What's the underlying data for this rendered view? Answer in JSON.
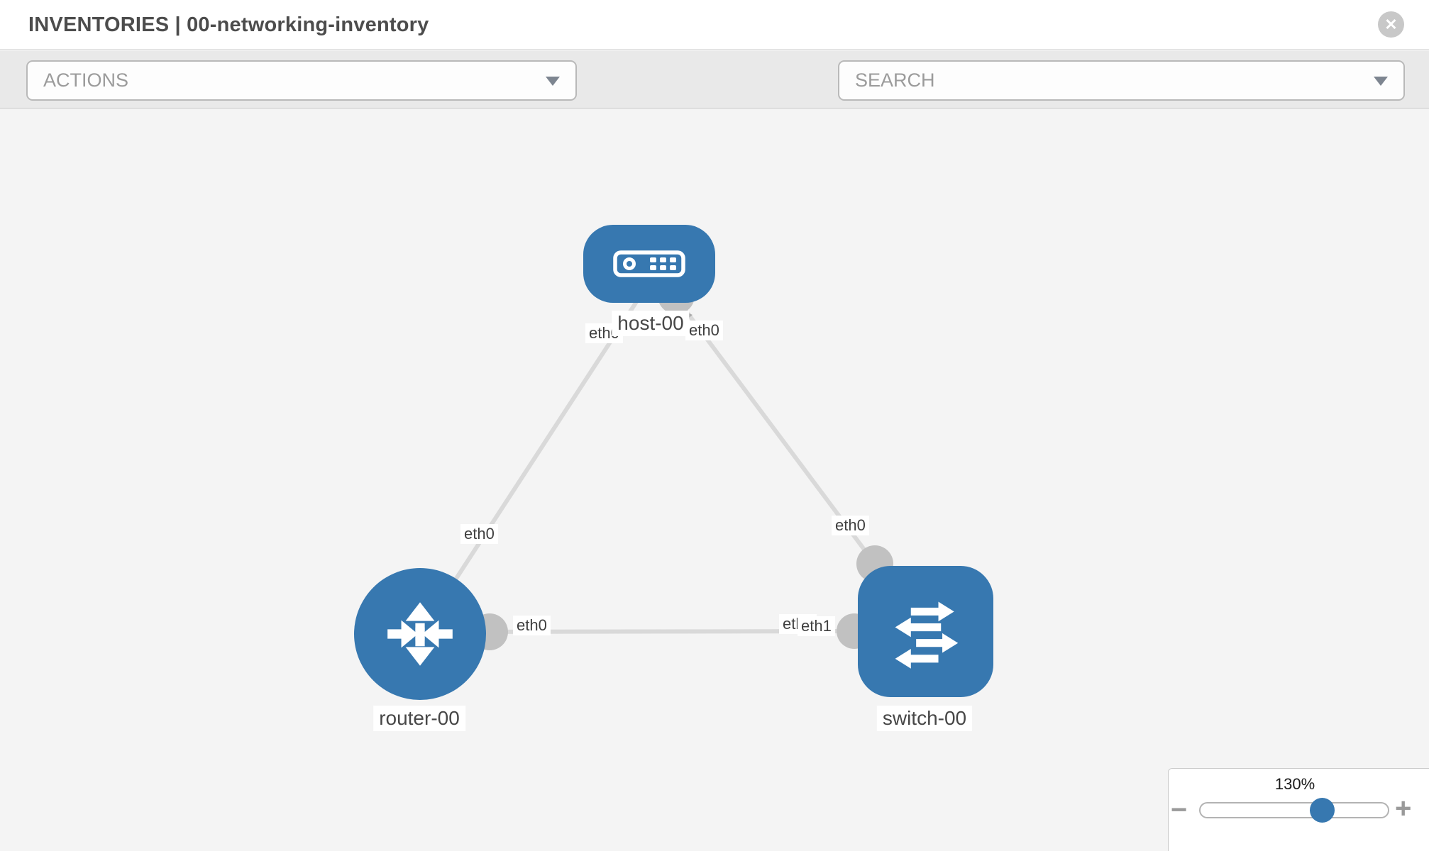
{
  "header": {
    "title": "INVENTORIES | 00-networking-inventory",
    "close_glyph": "✕"
  },
  "toolbar": {
    "actions_label": "ACTIONS",
    "search_label": "SEARCH",
    "tools": [
      {
        "name": "wrench-icon"
      },
      {
        "name": "key-icon"
      }
    ]
  },
  "topology": {
    "nodes": [
      {
        "id": "host-00",
        "type": "host",
        "label": "host-00"
      },
      {
        "id": "router-00",
        "type": "router",
        "label": "router-00"
      },
      {
        "id": "switch-00",
        "type": "switch",
        "label": "switch-00"
      }
    ],
    "links": [
      {
        "from": "router-00",
        "to": "host-00",
        "from_iface": "eth0",
        "to_iface": "eth0"
      },
      {
        "from": "switch-00",
        "to": "host-00",
        "from_iface": "eth0",
        "to_iface": "eth0"
      },
      {
        "from": "router-00",
        "to": "switch-00",
        "from_iface": "eth0",
        "to_iface": "eth1"
      }
    ],
    "iface_labels": [
      {
        "text": "eth0"
      },
      {
        "text": "eth0"
      },
      {
        "text": "eth0"
      },
      {
        "text": "eth0"
      },
      {
        "text": "eth0"
      },
      {
        "text": "eth0"
      },
      {
        "text": "eth1"
      }
    ]
  },
  "zoom_control": {
    "level": "130%",
    "minus_glyph": "−",
    "plus_glyph": "+"
  },
  "colors": {
    "node_blue": "#3778b0",
    "canvas_bg": "#f4f4f4",
    "toolbar_bg": "#e9e9e9",
    "link_gray": "#d9d9d9",
    "port_gray": "#c1c1c1",
    "label_text": "#474747"
  }
}
